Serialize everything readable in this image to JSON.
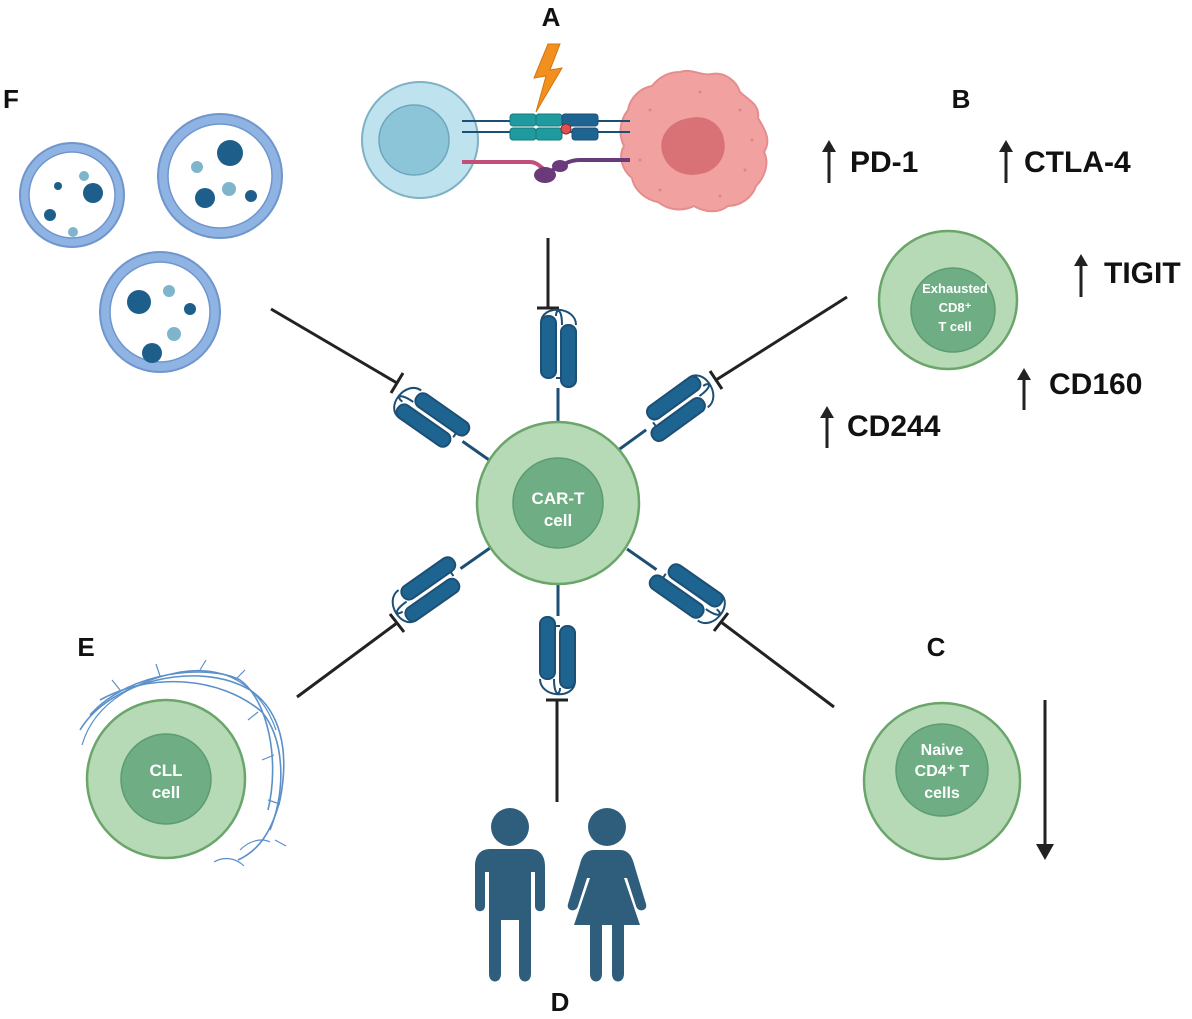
{
  "panels": {
    "a": "A",
    "b": "B",
    "c": "C",
    "d": "D",
    "e": "E",
    "f": "F"
  },
  "center_cell": {
    "line1": "CAR-T",
    "line2": "cell"
  },
  "exhausted_cell": {
    "line1": "Exhausted",
    "line2": "CD8⁺",
    "line3": "T cell"
  },
  "naive_cell": {
    "line1": "Naive",
    "line2": "CD4⁺ T",
    "line3": "cells"
  },
  "cll_cell": {
    "line1": "CLL",
    "line2": "cell"
  },
  "markers": {
    "pd1": "PD-1",
    "ctla4": "CTLA-4",
    "tigit": "TIGIT",
    "cd160": "CD160",
    "cd244": "CD244"
  },
  "colors": {
    "cell_outer": "#b6d9b6",
    "cell_inner": "#6fae85",
    "cell_stroke": "#6aa56a",
    "receptor": "#1e6491",
    "receptor_stroke": "#1d4f75",
    "inhibit_line": "#222222",
    "exosome_ring": "#8fb3e3",
    "exosome_dark": "#1d5f8a",
    "exosome_light": "#7fb5cc",
    "tcell_outer": "#bfe3ee",
    "tcell_inner": "#8cc4d8",
    "tumor": "#f2a1a1",
    "tumor_nucleus": "#d87276",
    "lightning": "#f1901e",
    "person": "#2f5e7c",
    "fiber": "#5b90c9"
  },
  "icons": [
    "lightning-bolt-icon",
    "male-person-icon",
    "female-person-icon",
    "up-arrow-icon",
    "down-arrow-icon"
  ]
}
